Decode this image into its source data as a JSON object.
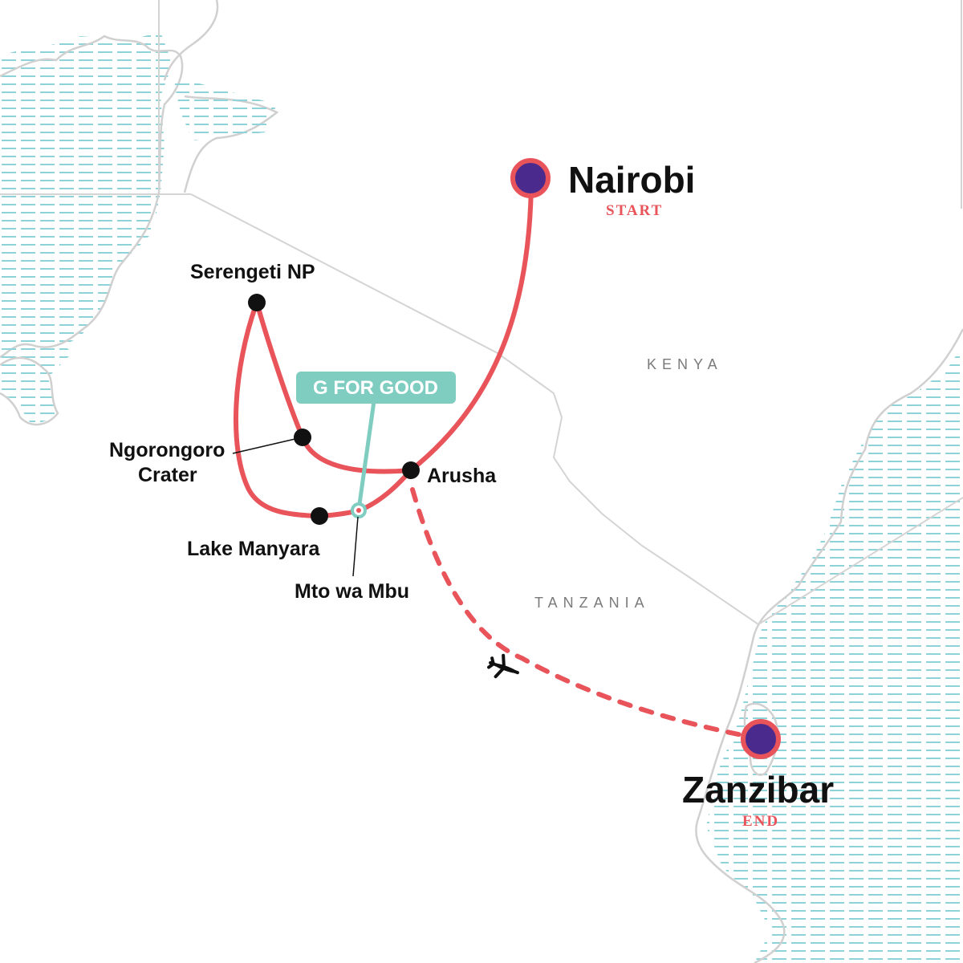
{
  "map": {
    "colors": {
      "route": "#e8545a",
      "endpoint_fill": "#4b2a8e",
      "stop": "#111111",
      "g_for_good": "#7fcdc0",
      "water": "#8dd3d8",
      "border": "#d4d4d4"
    },
    "start": {
      "name": "Nairobi",
      "tag": "START"
    },
    "end": {
      "name": "Zanzibar",
      "tag": "END"
    },
    "stops": {
      "serengeti": "Serengeti NP",
      "ngorongoro_line1": "Ngorongoro",
      "ngorongoro_line2": "Crater",
      "arusha": "Arusha",
      "lake_manyara": "Lake Manyara",
      "mto_wa_mbu": "Mto wa Mbu"
    },
    "badge": {
      "label": "G FOR GOOD"
    },
    "countries": {
      "kenya": "KENYA",
      "tanzania": "TANZANIA"
    },
    "icons": {
      "flight": "airplane-icon"
    }
  }
}
